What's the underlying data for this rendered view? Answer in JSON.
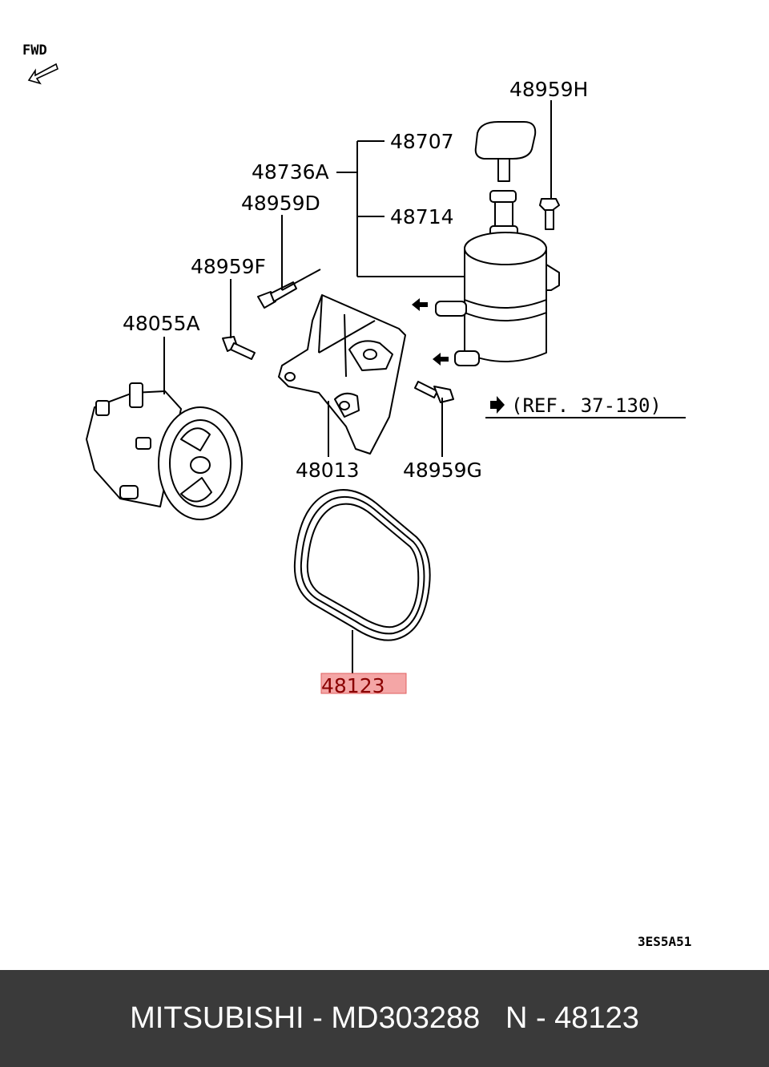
{
  "diagram": {
    "fwd_label": "FWD",
    "ref_text": "(REF. 37-130)",
    "diagram_code": "3ES5A51",
    "highlight_color": "#f4a6a6",
    "callouts": {
      "p48959H": "48959H",
      "p48707": "48707",
      "p48736A": "48736A",
      "p48959D": "48959D",
      "p48714": "48714",
      "p48959F": "48959F",
      "p48055A": "48055A",
      "p48013": "48013",
      "p48959G": "48959G",
      "p48123": "48123"
    }
  },
  "footer": {
    "caption": "MITSUBISHI - MD303288   N - 48123"
  }
}
